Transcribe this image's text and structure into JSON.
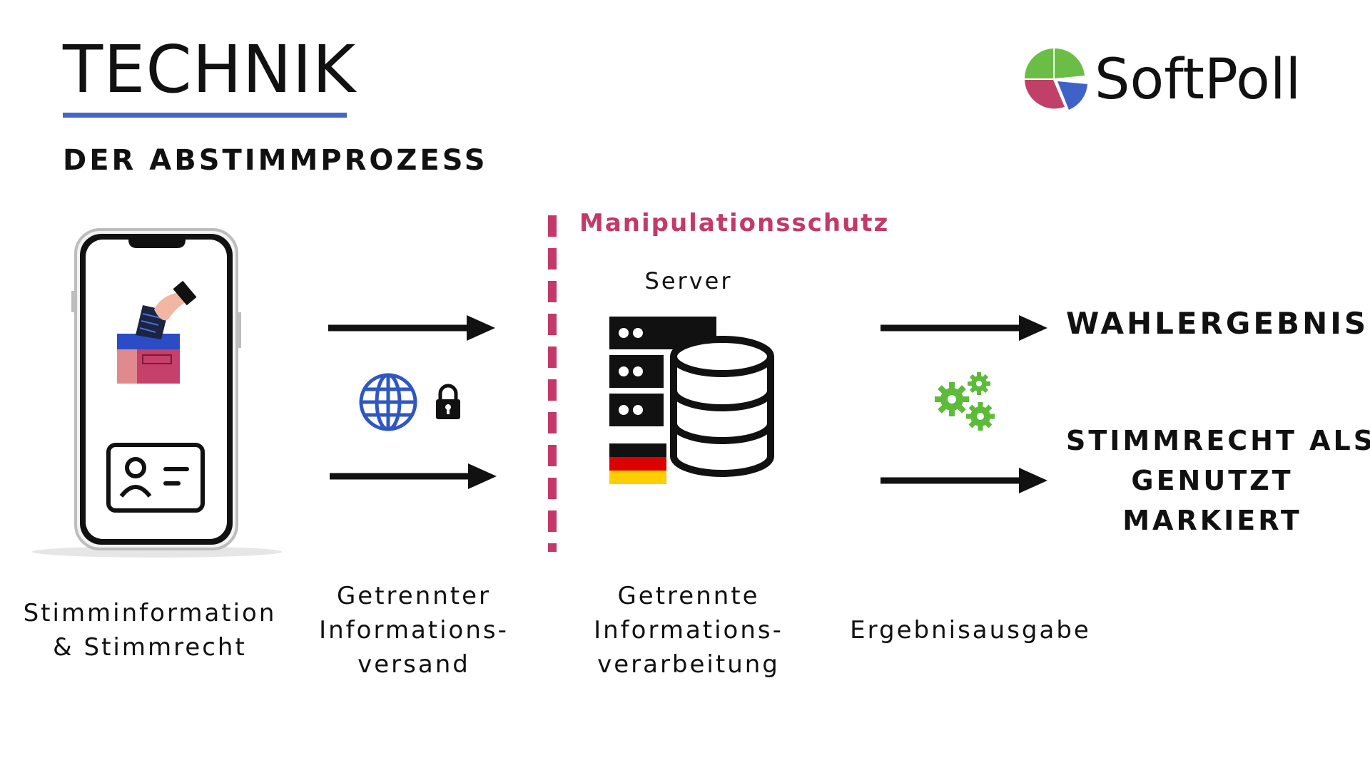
{
  "header": {
    "title": "TECHNIK",
    "subtitle": "DER ABSTIMMPROZESS"
  },
  "logo": {
    "text": "SoftPoll",
    "colors": {
      "green": "#6bbe45",
      "pink": "#c0406a",
      "blue": "#3f62c8"
    }
  },
  "diagram": {
    "protection_label": "Manipulationsschutz",
    "server_label": "Server",
    "results": {
      "first": "WAHLERGEBNIS",
      "second_lines": [
        "STIMMRECHT ALS",
        "GENUTZT",
        "MARKIERT"
      ]
    },
    "captions": {
      "step1": [
        "Stimminformation",
        "& Stimmrecht"
      ],
      "step2": [
        "Getrennter",
        "Informations-",
        "versand"
      ],
      "step3": [
        "Getrennte",
        "Informations-",
        "verarbeitung"
      ],
      "step4": [
        "Ergebnisausgabe"
      ]
    },
    "icons": [
      "smartphone-icon",
      "ballot-box-icon",
      "id-card-icon",
      "globe-icon",
      "lock-icon",
      "server-icon",
      "database-icon",
      "german-flag-icon",
      "gears-icon"
    ],
    "colors": {
      "accent_underline": "#4466c6",
      "protection": "#c3396a",
      "gears": "#5dbb3a",
      "globe": "#2f57c2"
    }
  }
}
